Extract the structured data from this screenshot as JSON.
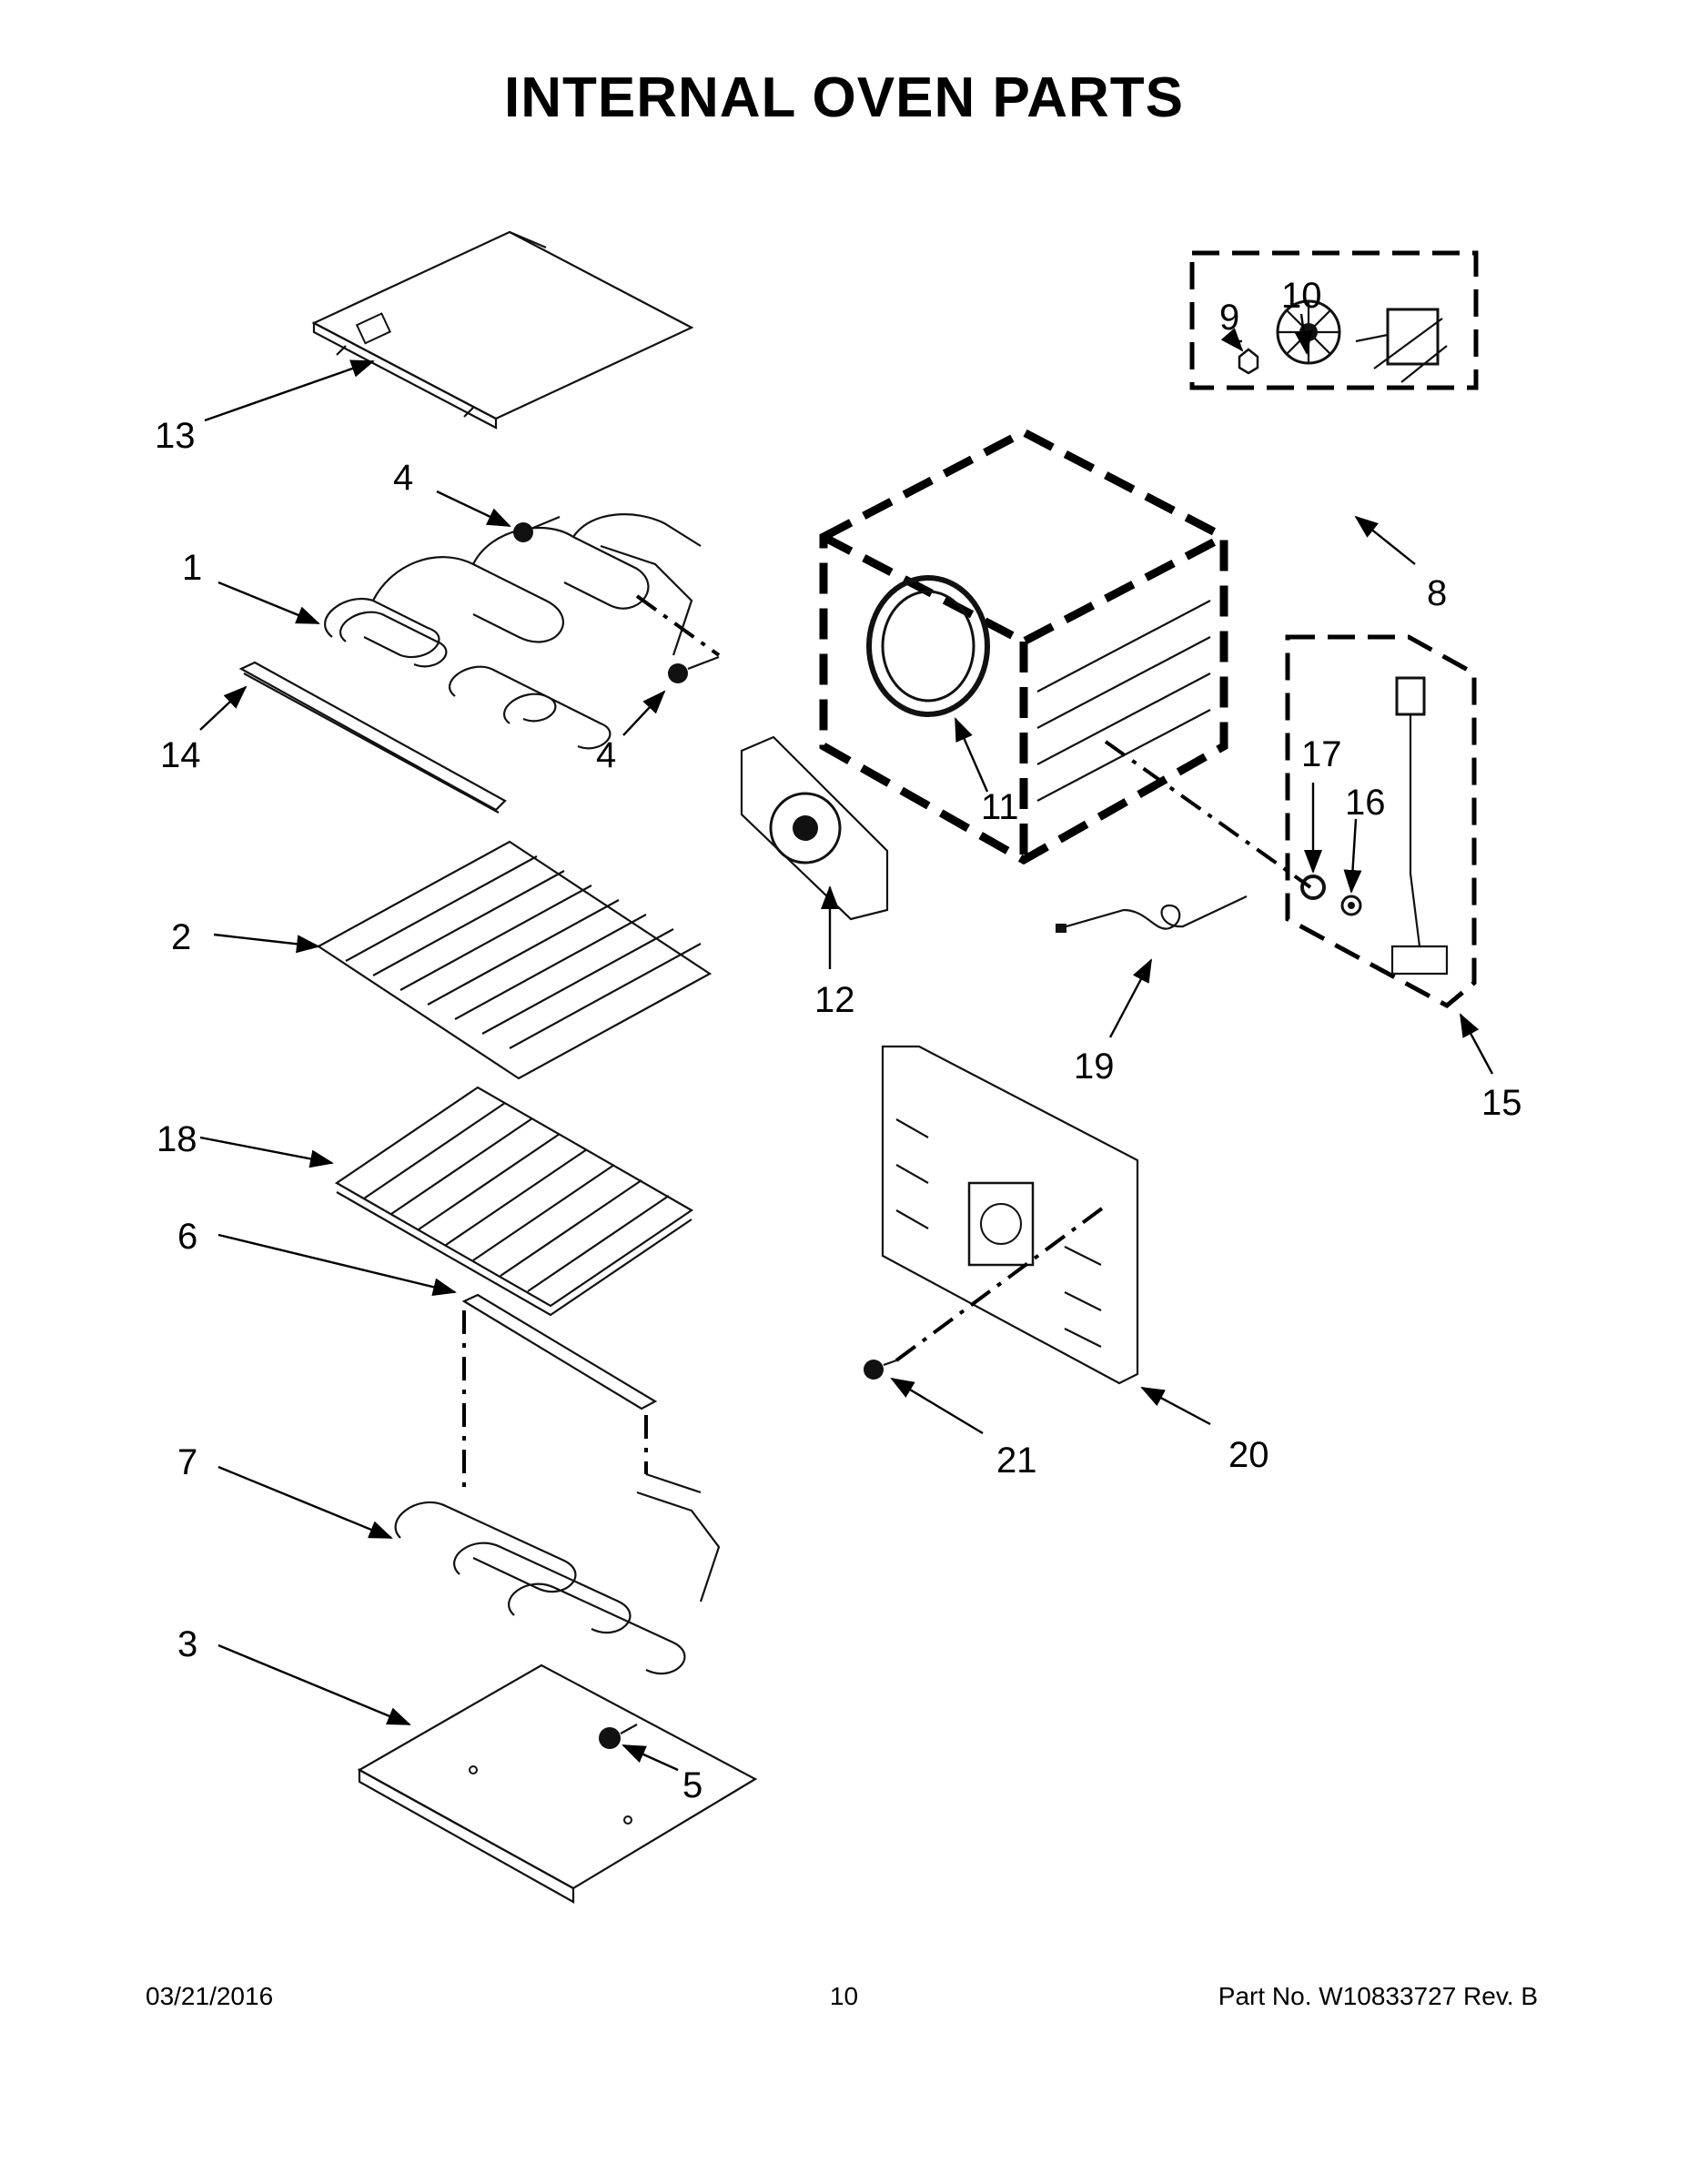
{
  "title": "INTERNAL OVEN PARTS",
  "callouts": {
    "c1": "1",
    "c2": "2",
    "c3": "3",
    "c4a": "4",
    "c4b": "4",
    "c5": "5",
    "c6": "6",
    "c7": "7",
    "c8": "8",
    "c9": "9",
    "c10": "10",
    "c11": "11",
    "c12": "12",
    "c13": "13",
    "c14": "14",
    "c15": "15",
    "c16": "16",
    "c17": "17",
    "c18": "18",
    "c19": "19",
    "c20": "20",
    "c21": "21"
  },
  "footer": {
    "date": "03/21/2016",
    "page": "10",
    "part_no": "Part No.  W10833727   Rev.  B"
  }
}
